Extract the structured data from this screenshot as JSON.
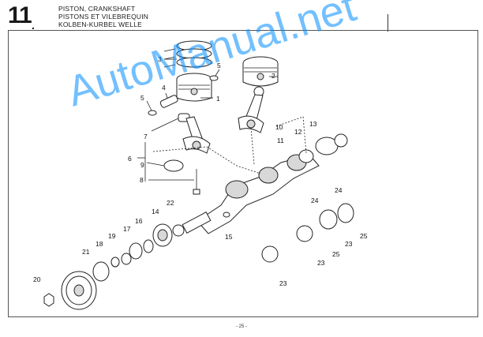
{
  "header": {
    "section_number": "11",
    "section_dot": ".",
    "title_en": "PISTON, CRANKSHAFT",
    "title_fr": "PISTONS ET VILEBREQUIN",
    "title_de": "KOLBEN-KURBEL WELLE"
  },
  "callouts": {
    "c1": "1",
    "c2": "2",
    "c3": "3",
    "c4": "4",
    "c5a": "5",
    "c5b": "5",
    "c6": "6",
    "c7": "7",
    "c8": "8",
    "c9": "9",
    "c10": "10",
    "c11": "11",
    "c12": "12",
    "c13": "13",
    "c14": "14",
    "c15": "15",
    "c16": "16",
    "c17": "17",
    "c18": "18",
    "c19": "19",
    "c20": "20",
    "c21": "21",
    "c22": "22",
    "c23a": "23",
    "c23b": "23",
    "c23c": "23",
    "c24a": "24",
    "c24b": "24",
    "c25a": "25",
    "c25b": "25"
  },
  "watermark": "AutoManual.net",
  "footer": {
    "page_number": "- 25 -"
  },
  "colors": {
    "watermark": "#008cff",
    "line": "#222222"
  }
}
